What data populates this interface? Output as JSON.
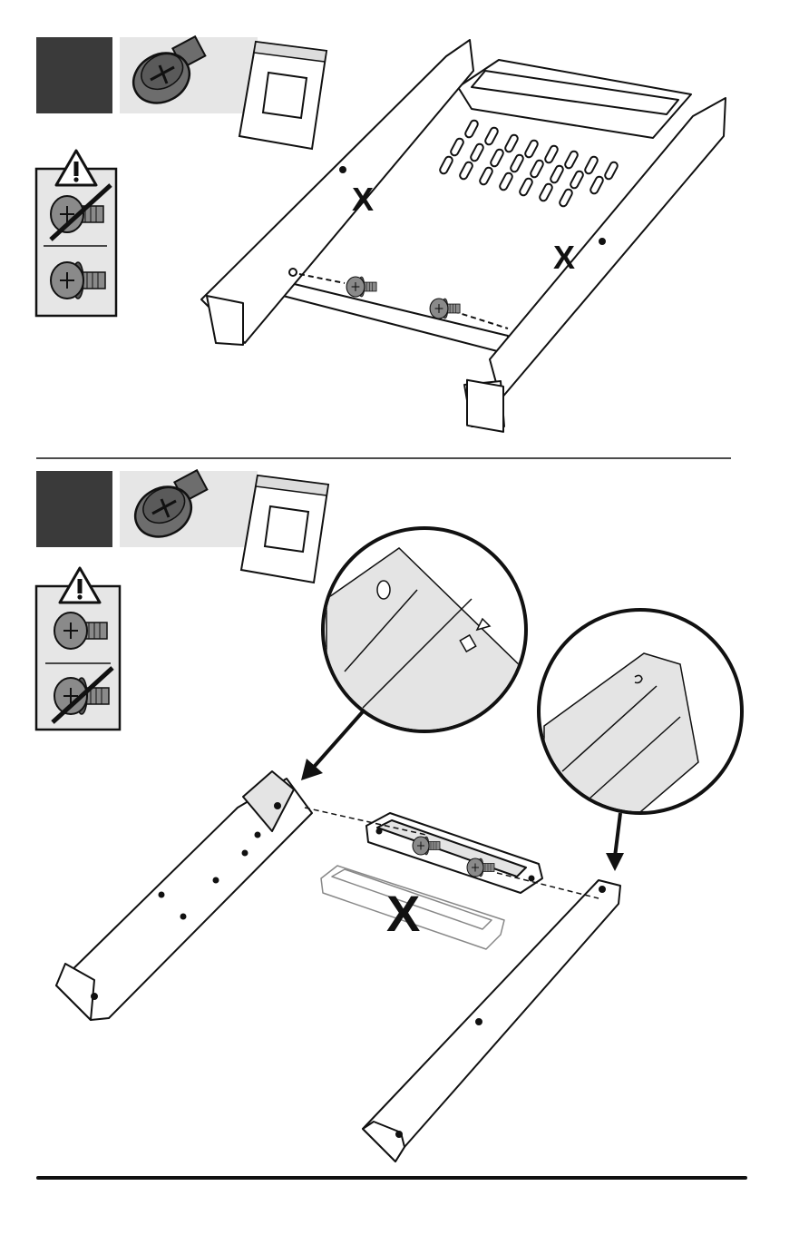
{
  "steps": [
    {
      "number": "",
      "x_marks": [
        "X",
        "X"
      ]
    },
    {
      "number": "",
      "x_marks": [
        "X"
      ]
    }
  ],
  "colors": {
    "step_badge": "#3a3a3a",
    "hardware_panel": "#e6e6e6",
    "ink": "#111111",
    "screw_fill": "#6d6d6d",
    "screw_dark": "#3e3e3e",
    "zoom_fill": "#e8e8e8"
  },
  "icons": [
    "warning-triangle-icon",
    "screw-icon",
    "hardware-bag-icon",
    "prohibited-slash-icon",
    "magnifier-callout-icon"
  ]
}
